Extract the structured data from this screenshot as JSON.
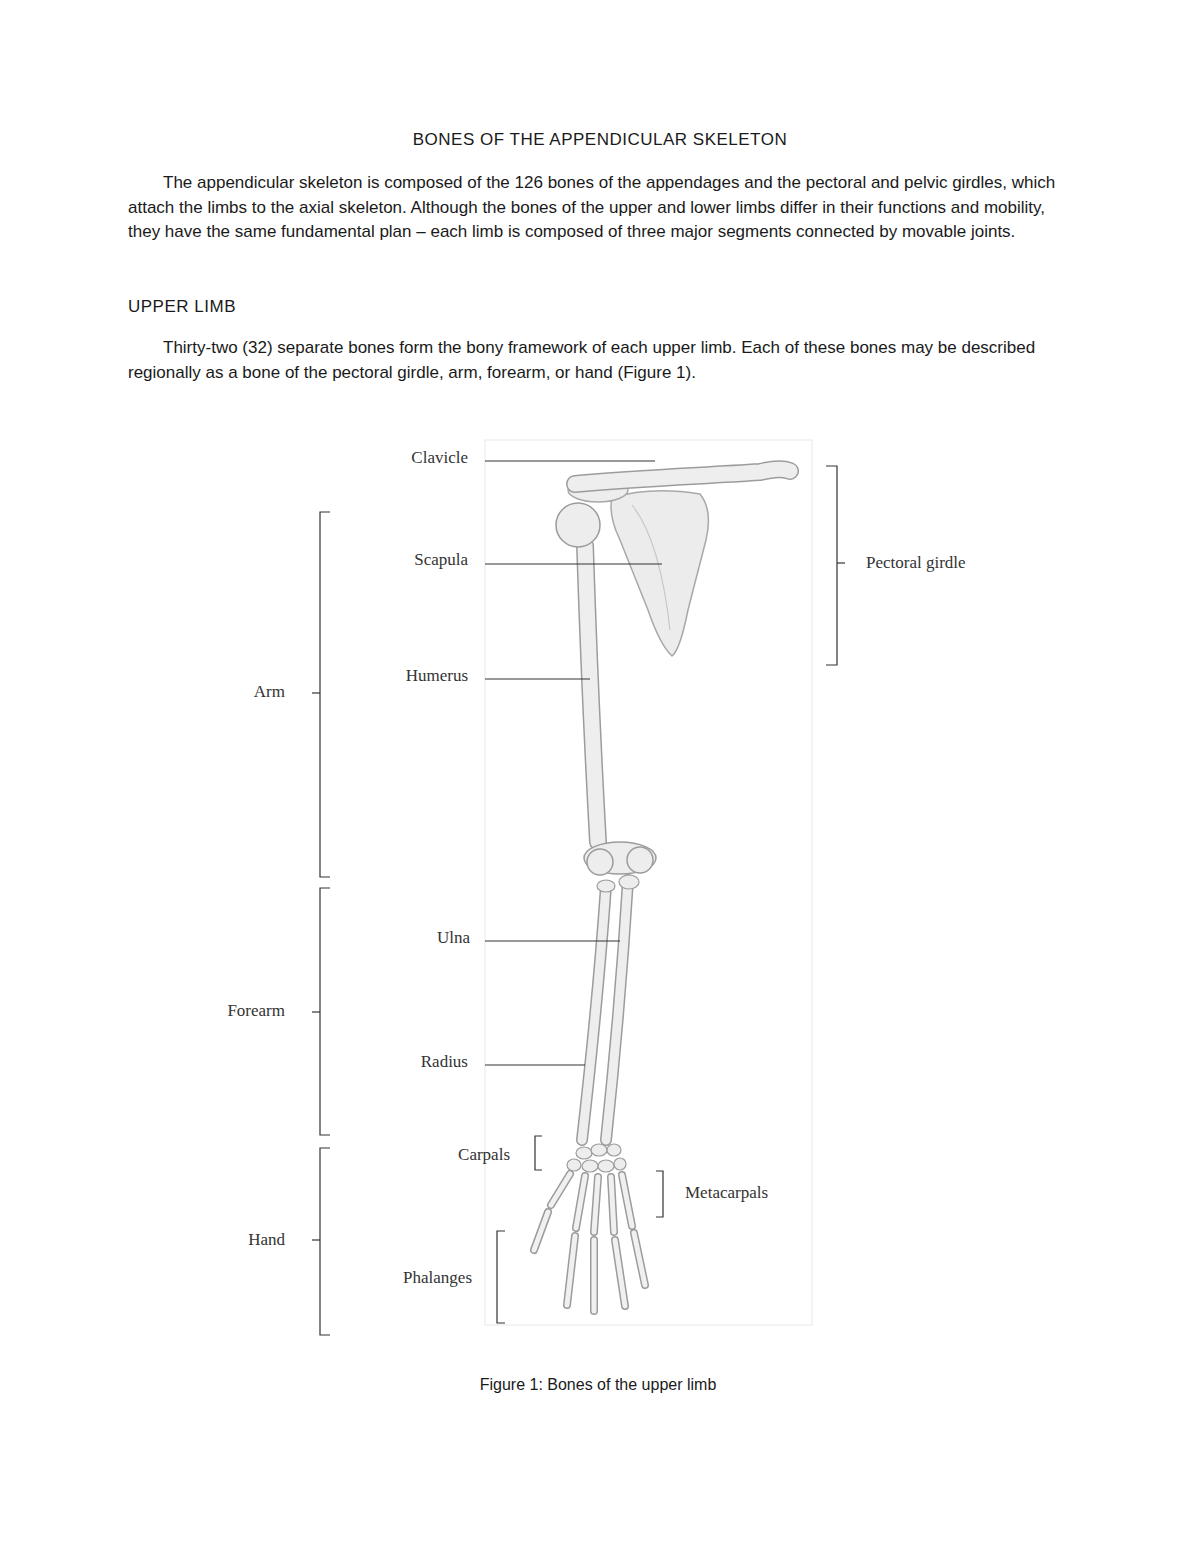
{
  "diagram": {
    "title": "BONES OF THE APPENDICULAR SKELETON",
    "caption": "Figure 1:  Bones of the upper limb",
    "labels": [
      "The appendicular skeleton is composed of the 126 bones of the appendages and the pectoral and pelvic girdles, which attach the limbs to the axial skeleton.  Although the bones of the upper and lower limbs differ in their functions and mobility, they have the same fundamental plan – each limb is composed of three major segments connected by movable joints.",
      "UPPER LIMB",
      "Thirty-two (32) separate bones form the bony framework of each upper limb.  Each of these bones may be described regionally as a bone of the pectoral girdle, arm, forearm, or hand (Figure 1).",
      "Clavicle",
      "Scapula",
      "Humerus",
      "Ulna",
      "Radius",
      "Carpals",
      "Metacarpals",
      "Phalanges",
      "Pectoral girdle",
      "Arm",
      "Forearm",
      "Hand"
    ]
  }
}
